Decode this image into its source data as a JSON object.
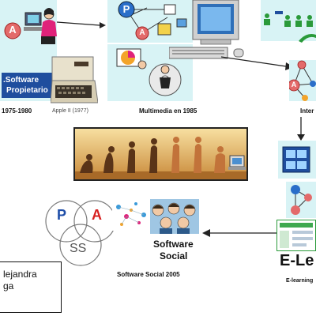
{
  "nodes": {
    "proprietary": {
      "label_line1": ".Software",
      "label_line2": "Propietario",
      "caption": "1975-1980"
    },
    "apple": {
      "caption": "Apple II (1977)"
    },
    "multimedia": {
      "caption": "Multimedia en 1985"
    },
    "internet": {
      "caption": "Inter"
    },
    "elearning": {
      "big_label": "E-Le",
      "caption": "E-learning"
    },
    "social": {
      "big_label_line1": "Software",
      "big_label_line2": "Social",
      "caption": "Software Social 2005"
    }
  },
  "venn": {
    "left": "P",
    "right": "A",
    "bottom": "SS"
  },
  "badge_letter": "A",
  "ball_letter": "P",
  "author_box": {
    "line1": "lejandra",
    "line2": "ga"
  },
  "colors": {
    "panel": "#d8f3f5",
    "arrow": "#222222",
    "evolution_bg": "#e8c27a"
  }
}
